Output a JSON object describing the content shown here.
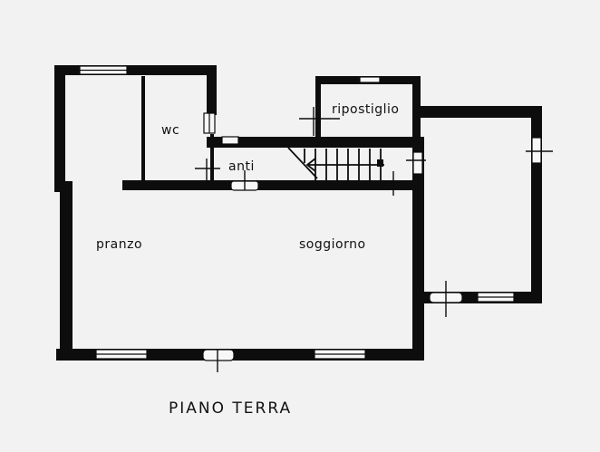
{
  "plan": {
    "title": "PIANO TERRA",
    "rooms": [
      {
        "id": "wc",
        "label": "wc"
      },
      {
        "id": "ripostiglio",
        "label": "ripostiglio"
      },
      {
        "id": "anti",
        "label": "anti"
      },
      {
        "id": "pranzo",
        "label": "pranzo"
      },
      {
        "id": "soggiorno",
        "label": "soggiorno"
      }
    ],
    "colors": {
      "wall": "#0d0d0d",
      "background": "#f2f2f2",
      "opening": "#f7f7f7"
    }
  }
}
